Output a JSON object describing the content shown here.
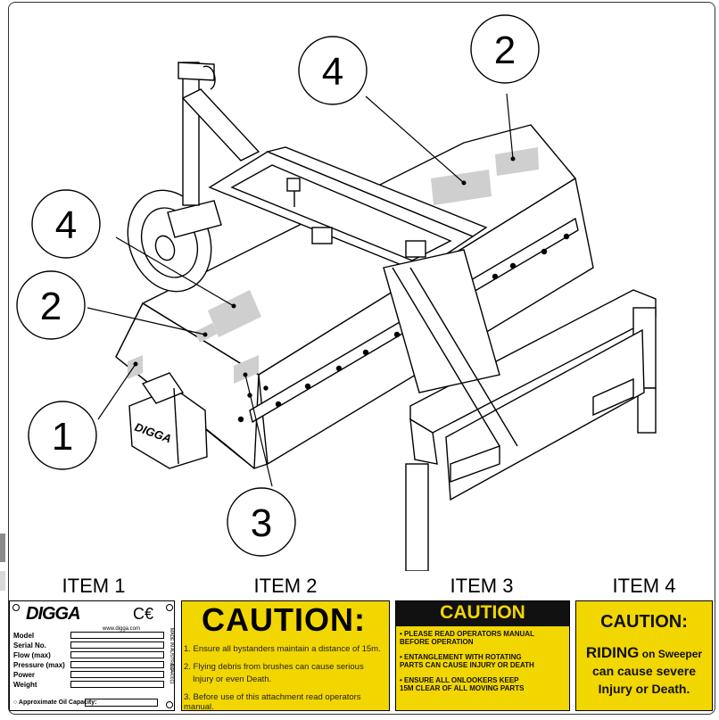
{
  "callouts": [
    {
      "number": "4"
    },
    {
      "number": "2"
    },
    {
      "number": "4"
    },
    {
      "number": "2"
    },
    {
      "number": "1"
    },
    {
      "number": "3"
    }
  ],
  "machine_brand_mark": "DIGGA",
  "items": {
    "item1": {
      "heading": "ITEM 1",
      "brand": "DIGGA",
      "ce_mark": "C€",
      "website": "www.digga.com",
      "fields": [
        "Model",
        "Serial No.",
        "Flow (max)",
        "Pressure (max)",
        "Power",
        "Weight"
      ],
      "side_text": "MADE IN AUSTRALIA",
      "side_code": "DG-40011",
      "oil_label": "Approximate Oil Capacity:"
    },
    "item2": {
      "heading": "ITEM 2",
      "title": "CAUTION:",
      "lines": [
        "1. Ensure all bystanders maintain a distance of 15m.",
        "2. Flying debris from brushes can cause serious",
        "Injury or even Death.",
        "3. Before use of this attachment read operators manual."
      ]
    },
    "item3": {
      "heading": "ITEM 3",
      "title": "CAUTION",
      "lines": [
        "• PLEASE READ OPERATORS MANUAL",
        "BEFORE OPERATION",
        "• ENTANGLEMENT WITH ROTATING",
        "PARTS CAN CAUSE INJURY OR DEATH",
        "• ENSURE ALL ONLOOKERS KEEP",
        "15M CLEAR OF ALL MOVING PARTS"
      ]
    },
    "item4": {
      "heading": "ITEM 4",
      "title": "CAUTION:",
      "riding": "RIDING",
      "line1_rest": " on Sweeper",
      "line2": "can cause severe",
      "line3": "Injury or Death."
    }
  }
}
